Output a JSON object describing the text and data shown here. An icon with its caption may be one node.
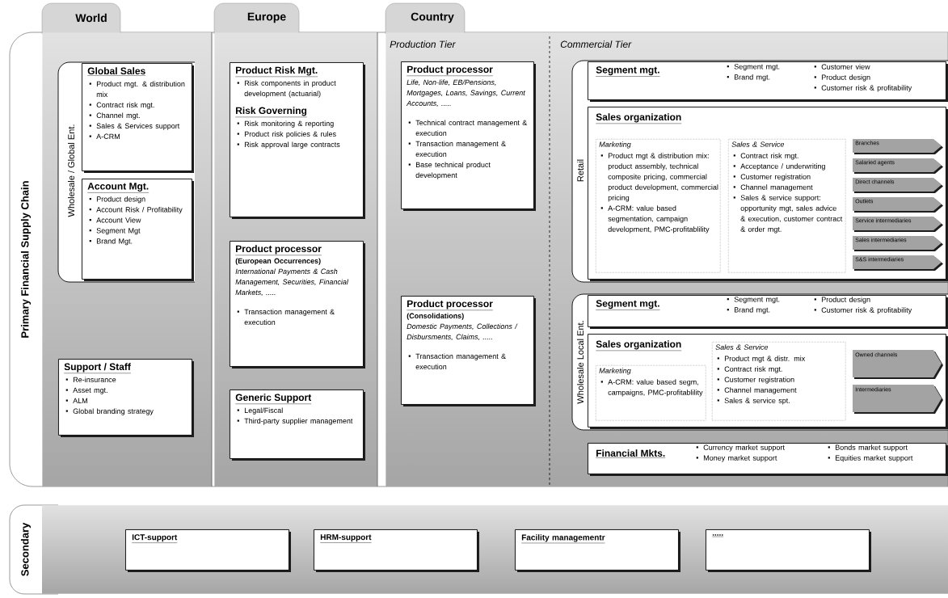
{
  "diagram": {
    "nodes": [
      {
        "text": [
          "Primary Financial Supply Chain"
        ]
      },
      {
        "text": [
          "World"
        ],
        "in": 0
      },
      {
        "text": [
          "Wholesale / Global Ent."
        ],
        "in": 1
      },
      {
        "text": [
          "Global Sales",
          "Product mgt. & distribution mix",
          "Contract risk mgt.",
          "Channel mgt.",
          "Sales & Services support",
          "A-CRM"
        ],
        "in": 2
      },
      {
        "text": [
          "Account Mgt.",
          "Product design",
          "Account Risk / Profitability",
          "Account View",
          "Segment Mgt",
          "Brand Mgt."
        ],
        "in": 2
      },
      {
        "text": [
          "Support / Staff",
          "Re-insurance",
          "Asset mgt.",
          "ALM",
          "Global branding strategy"
        ],
        "in": 1
      },
      {
        "text": [
          "Europe"
        ],
        "in": 0
      },
      {
        "text": [
          "Product Risk Mgt.",
          "Risk components in product development (actuarial)",
          "Risk Governing",
          "Risk monitoring & reporting",
          "Product risk policies & rules",
          "Risk approval large contracts"
        ],
        "in": 6
      },
      {
        "text": [
          "Product processor",
          "(European Occurrences)",
          "International Payments & Cash Management, Securities, Financial Markets, .....",
          "Transaction management & execution"
        ],
        "in": 6
      },
      {
        "text": [
          "Generic Support",
          "Legal/Fiscal",
          "Third-party supplier management"
        ],
        "in": 6
      },
      {
        "text": [
          "Country",
          "Production Tier",
          "Commercial Tier"
        ],
        "in": 0
      },
      {
        "text": [
          "Product processor",
          "Life, Non-life, EB/Pensions, Mortgages, Loans, Savings, Current Accounts, .....",
          "Technical contract management & execution",
          "Transaction management & execution",
          "Base technical product development"
        ],
        "in": 10
      },
      {
        "text": [
          "Product processor",
          "(Consolidations)",
          "Domestic Payments, Collections / Disbursments, Claims, .....",
          "Transaction management & execution"
        ],
        "in": 10
      },
      {
        "text": [
          "Retail"
        ],
        "in": 10
      },
      {
        "text": [
          "Segment mgt.",
          "Segment mgt.",
          "Brand mgt.",
          "Customer view",
          "Product design",
          "Customer risk & profitability"
        ],
        "in": 13
      },
      {
        "text": [
          "Sales organization"
        ],
        "in": 13
      },
      {
        "text": [
          "Marketing",
          "Product mgt & distribution mix: product assembly, technical composite pricing, commercial product development, commercial pricing",
          "A-CRM: value based segmentation, campaign development, PMC-profitablility"
        ],
        "in": 15
      },
      {
        "text": [
          "Sales & Service",
          "Contract risk mgt.",
          "Acceptance / underwriting",
          "Customer registration",
          "Channel management",
          "Sales & service support: opportunity mgt, sales advice & execution, customer contract & order mgt."
        ],
        "in": 15
      },
      {
        "text": [
          "Branches"
        ],
        "in": 15
      },
      {
        "text": [
          "Salaried agents"
        ],
        "in": 15
      },
      {
        "text": [
          "Direct channels"
        ],
        "in": 15
      },
      {
        "text": [
          "Outlets"
        ],
        "in": 15
      },
      {
        "text": [
          "Service intermediaries"
        ],
        "in": 15
      },
      {
        "text": [
          "Sales intermediaries"
        ],
        "in": 15
      },
      {
        "text": [
          "S&S intermediaries"
        ],
        "in": 15
      },
      {
        "text": [
          "Wholesale Local Ent."
        ],
        "in": 10
      },
      {
        "text": [
          "Segment mgt.",
          "Segment mgt.",
          "Brand mgt.",
          "Product design",
          "Customer risk & profitability"
        ],
        "in": 25
      },
      {
        "text": [
          "Sales organization"
        ],
        "in": 25
      },
      {
        "text": [
          "Marketing",
          "A-CRM: value based segm, campaigns, PMC-profitablility"
        ],
        "in": 27
      },
      {
        "text": [
          "Sales & Service",
          "Product mgt & distr. mix",
          "Contract risk mgt.",
          "Customer registration",
          "Channel management",
          "Sales & service spt."
        ],
        "in": 27
      },
      {
        "text": [
          "Owned channels"
        ],
        "in": 27
      },
      {
        "text": [
          "Intermediaries"
        ],
        "in": 27
      },
      {
        "text": [
          "Financial Mkts.",
          "Currency market support",
          "Money market support",
          "Bonds market support",
          "Equities market support"
        ],
        "in": 10
      },
      {
        "text": [
          "Secondary"
        ]
      },
      {
        "text": [
          "ICT-support"
        ],
        "in": 33
      },
      {
        "text": [
          "HRM-support"
        ],
        "in": 33
      },
      {
        "text": [
          "Facility managementr"
        ],
        "in": 33
      },
      {
        "text": [
          "....."
        ],
        "in": 33
      }
    ]
  }
}
